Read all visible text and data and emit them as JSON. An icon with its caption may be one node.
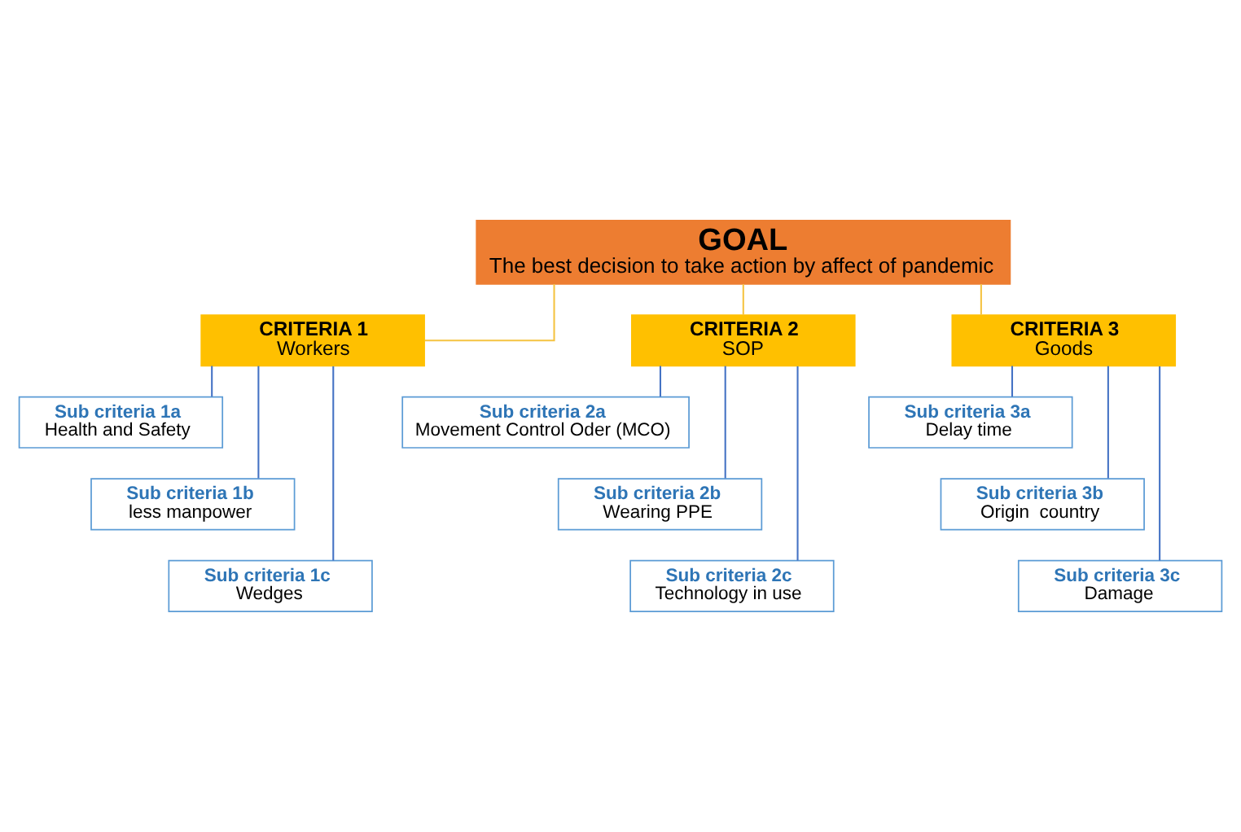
{
  "diagram": {
    "nodes": [
      {
        "text": [
          "GOAL",
          "The best decision to take action by affect of pandemic"
        ]
      },
      {
        "text": [
          "CRITERIA 1",
          "Workers"
        ]
      },
      {
        "text": [
          "CRITERIA 2",
          "SOP"
        ]
      },
      {
        "text": [
          "CRITERIA 3",
          "Goods"
        ]
      },
      {
        "text": [
          "Sub criteria 1a",
          "Health and Safety"
        ]
      },
      {
        "text": [
          "Sub criteria 1b",
          "less manpower"
        ]
      },
      {
        "text": [
          "Sub criteria 1c",
          "Wedges"
        ]
      },
      {
        "text": [
          "Sub criteria 2a",
          "Movement Control Oder (MCO)"
        ]
      },
      {
        "text": [
          "Sub criteria 2b",
          "Wearing PPE"
        ]
      },
      {
        "text": [
          "Sub criteria 2c",
          "Technology in use"
        ]
      },
      {
        "text": [
          "Sub criteria 3a",
          "Delay time"
        ]
      },
      {
        "text": [
          "Sub criteria 3b",
          "Origin  country"
        ]
      },
      {
        "text": [
          "Sub criteria 3c",
          "Damage"
        ]
      }
    ],
    "edges": [
      {
        "from": 0,
        "to": 1,
        "arrow": "none",
        "color": "#f5c342"
      },
      {
        "from": 0,
        "to": 2,
        "arrow": "none",
        "color": "#f5c342"
      },
      {
        "from": 0,
        "to": 3,
        "arrow": "none",
        "color": "#f5c342"
      },
      {
        "from": 1,
        "to": 4,
        "arrow": "none"
      },
      {
        "from": 1,
        "to": 5,
        "arrow": "none"
      },
      {
        "from": 1,
        "to": 6,
        "arrow": "none"
      },
      {
        "from": 2,
        "to": 7,
        "arrow": "none"
      },
      {
        "from": 2,
        "to": 8,
        "arrow": "none"
      },
      {
        "from": 2,
        "to": 9,
        "arrow": "none"
      },
      {
        "from": 3,
        "to": 10,
        "arrow": "none"
      },
      {
        "from": 3,
        "to": 11,
        "arrow": "none"
      },
      {
        "from": 3,
        "to": 12,
        "arrow": "none"
      }
    ]
  }
}
